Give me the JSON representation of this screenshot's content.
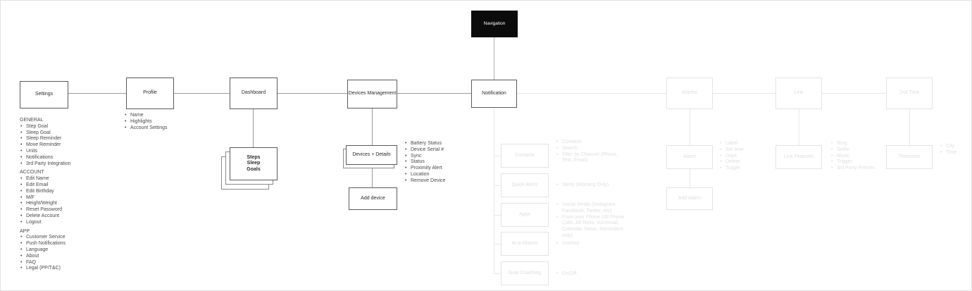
{
  "navigation": {
    "label": "Navigation"
  },
  "top_nodes": {
    "settings": "Settings",
    "profile": "Profile",
    "dashboard": "Dashboard",
    "devices_management": "Devices Management",
    "notification": "Notification",
    "alarms": "Alarms",
    "link": "Link",
    "second_time": "2nd Time"
  },
  "settings": {
    "sections": [
      {
        "heading": "GENERAL",
        "items": [
          "Step Goal",
          "Sleep Goal",
          "Sleep Reminder",
          "Move Reminder",
          "Units",
          "Notifications",
          "3rd Party Integration"
        ]
      },
      {
        "heading": "ACCOUNT",
        "items": [
          "Edit Name",
          "Edit Email",
          "Edit Birthday",
          "M/F",
          "Height/Weight",
          "Reset Password",
          "Delete Account",
          "Logout"
        ]
      },
      {
        "heading": "APP",
        "items": [
          "Customer Service",
          "Push Notifications",
          "Language",
          "About",
          "FAQ",
          "Legal (PP/T&C)"
        ]
      }
    ]
  },
  "profile": {
    "items": [
      "Name",
      "Highlights",
      "Account Settings"
    ]
  },
  "dashboard": {
    "card_lines": [
      "Steps",
      "Sleep",
      "Goals"
    ]
  },
  "devices": {
    "child_label": "Devices + Details",
    "add_label": "Add device",
    "detail_items": [
      "Battery Status",
      "Device Serial #",
      "Sync",
      "Status",
      "Proximity Alert",
      "Location",
      "Remove Device"
    ]
  },
  "notification": {
    "children": [
      {
        "label": "Contacts",
        "bullets": [
          "Contacts",
          "Search",
          "Filter by Channel (Phone, Text, Email)"
        ]
      },
      {
        "label": "Quick Alerts",
        "bullets": [
          "Sleep (Morning Only)"
        ]
      },
      {
        "label": "Apps",
        "bullets": [
          "Social Media (Instagram, Facebook, Twitter, etc)",
          "From your Phone (All Phone Calls, All Texts, Voicemail, Calendar, News, Reminders only)"
        ]
      },
      {
        "label": "At-a-Glance",
        "bullets": [
          "Dismiss"
        ]
      },
      {
        "label": "Goal Coaching",
        "bullets": [
          "On/Off"
        ]
      }
    ]
  },
  "alarms": {
    "child_label": "Alarm",
    "add_label": "Add Alarm",
    "bullets": [
      "Label",
      "Set time",
      "Days",
      "Delete",
      "Toggle"
    ]
  },
  "link": {
    "child_label": "Link Features",
    "bullets": [
      "Ring",
      "Selfie",
      "Music",
      "Trigger",
      "3rd Party Presets"
    ]
  },
  "second_time": {
    "child_label": "Timezone",
    "bullets": [
      "City",
      "Time"
    ]
  }
}
